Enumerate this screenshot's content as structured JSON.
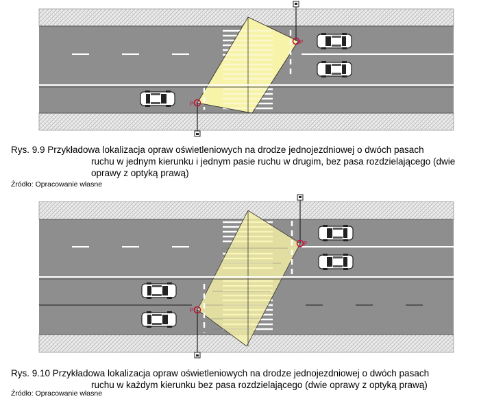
{
  "figures": [
    {
      "caption_line1": "Rys. 9.9 Przykładowa lokalizacja opraw oświetleniowych na drodze jednojezdniowej o dwóch pasach",
      "caption_line2": "ruchu w jednym kierunku i jednym pasie ruchu w drugim, bez pasa rozdzielającego (dwie",
      "caption_line3": "oprawy z optyką prawą)",
      "source": "Źródło: Opracowanie własne",
      "lamp_label": "P"
    },
    {
      "caption_line1": "Rys. 9.10 Przykładowa lokalizacja opraw oświetleniowych na drodze jednojezdniowej o dwóch pasach",
      "caption_line2": "ruchu w każdym kierunku bez pasa rozdzielającego (dwie oprawy z optyką prawą)",
      "source": "Źródło: Opracowanie własne",
      "lamp_label": "P"
    }
  ],
  "colors": {
    "road": "#8e8e8e",
    "sidewalk_hatch": "#d9d9d9",
    "light_cone": "#f7f3a8",
    "lamp": "#c0103a"
  },
  "icons": [
    "car-icon",
    "lamp-post-icon",
    "luminaire-icon"
  ]
}
